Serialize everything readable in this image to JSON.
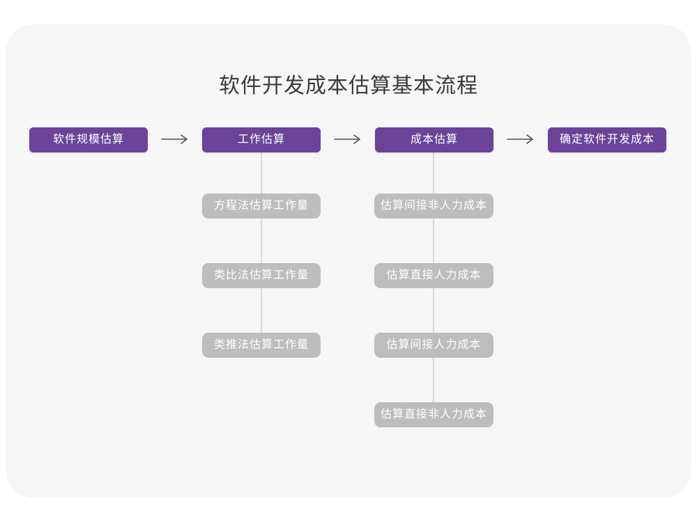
{
  "title": "软件开发成本估算基本流程",
  "colors": {
    "accent_purple": "#6b4399",
    "sub_node_gray": "#bdbdbd",
    "card_background": "#f6f6f7",
    "page_background": "#ffffff",
    "connector_line": "#d9d9d9",
    "arrow": "#4d4d4d",
    "title_text": "#3a3a3a",
    "node_text": "#ffffff"
  },
  "flow": {
    "main_nodes": [
      {
        "label": "软件规模估算"
      },
      {
        "label": "工作估算"
      },
      {
        "label": "成本估算"
      },
      {
        "label": "确定软件开发成本"
      }
    ],
    "work_sub_nodes": [
      {
        "label": "方程法估算工作量"
      },
      {
        "label": "类比法估算工作量"
      },
      {
        "label": "类推法估算工作量"
      }
    ],
    "cost_sub_nodes": [
      {
        "label": "估算间接非人力成本"
      },
      {
        "label": "估算直接人力成本"
      },
      {
        "label": "估算间接人力成本"
      },
      {
        "label": "估算直接非人力成本"
      }
    ]
  }
}
